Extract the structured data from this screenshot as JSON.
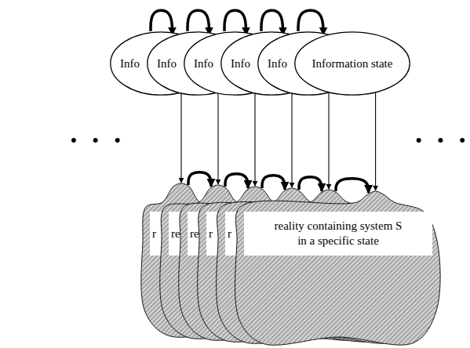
{
  "diagram": {
    "nodes": [
      {
        "text": [
          "Info"
        ]
      },
      {
        "text": [
          "Info"
        ]
      },
      {
        "text": [
          "Info"
        ]
      },
      {
        "text": [
          "Info"
        ]
      },
      {
        "text": [
          "Info"
        ]
      },
      {
        "text": [
          "Information state"
        ]
      },
      {
        "text": [
          "r"
        ]
      },
      {
        "text": [
          "re"
        ]
      },
      {
        "text": [
          "re"
        ]
      },
      {
        "text": [
          "r"
        ]
      },
      {
        "text": [
          "r"
        ]
      },
      {
        "text": [
          "reality containing system S in a specific state"
        ]
      }
    ],
    "edges": [
      {
        "from": 0,
        "to": 1,
        "arrow": "to"
      },
      {
        "from": 1,
        "to": 2,
        "arrow": "to"
      },
      {
        "from": 2,
        "to": 3,
        "arrow": "to"
      },
      {
        "from": 3,
        "to": 4,
        "arrow": "to"
      },
      {
        "from": 4,
        "to": 5,
        "arrow": "to"
      },
      {
        "from": 0,
        "to": 6,
        "arrow": "to"
      },
      {
        "from": 1,
        "to": 7,
        "arrow": "to"
      },
      {
        "from": 2,
        "to": 8,
        "arrow": "to"
      },
      {
        "from": 3,
        "to": 9,
        "arrow": "to"
      },
      {
        "from": 4,
        "to": 10,
        "arrow": "to"
      },
      {
        "from": 5,
        "to": 11,
        "arrow": "to"
      },
      {
        "from": 6,
        "to": 7,
        "arrow": "to"
      },
      {
        "from": 7,
        "to": 8,
        "arrow": "to"
      },
      {
        "from": 8,
        "to": 9,
        "arrow": "to"
      },
      {
        "from": 9,
        "to": 10,
        "arrow": "to"
      },
      {
        "from": 10,
        "to": 11,
        "arrow": "to"
      }
    ],
    "labels": [
      "• • •",
      "• • •"
    ]
  }
}
